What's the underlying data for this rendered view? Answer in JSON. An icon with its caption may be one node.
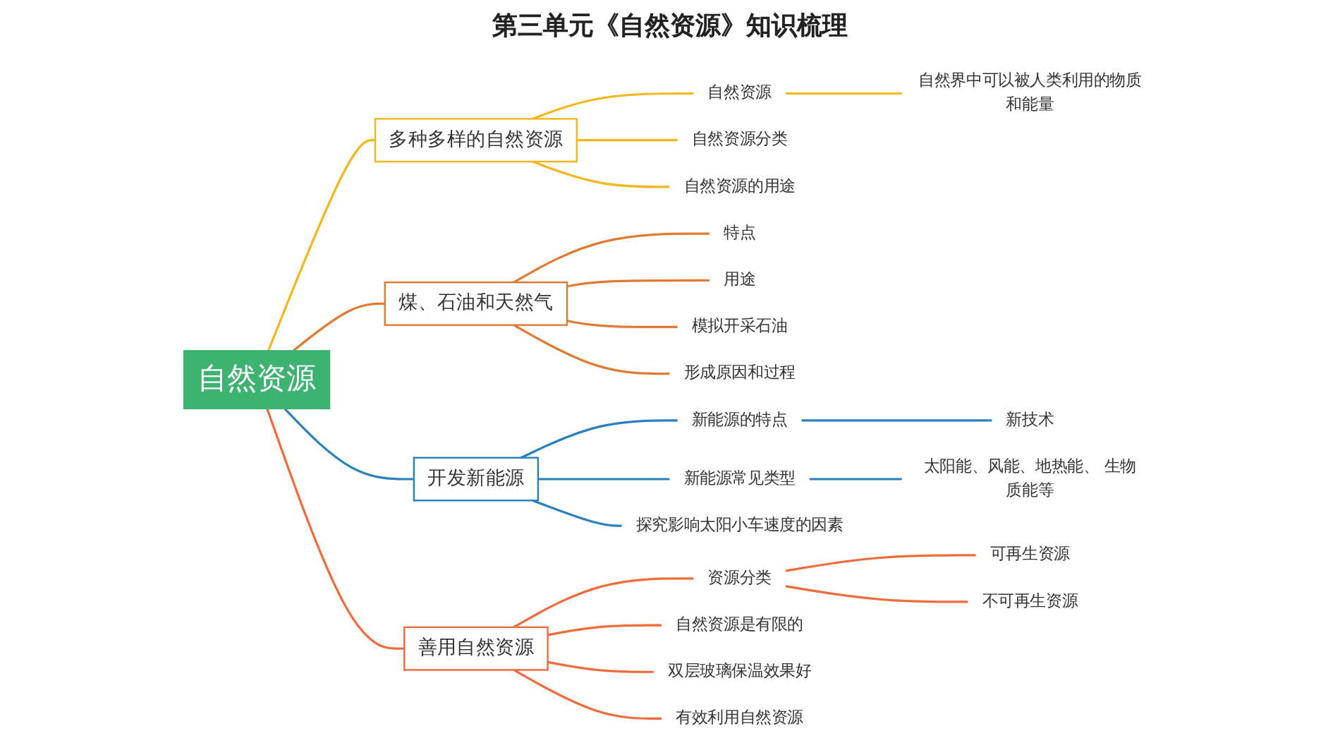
{
  "diagram": {
    "title": "第三单元《自然资源》知识梳理",
    "nodes": [
      {
        "text": [
          "自然资源"
        ]
      },
      {
        "text": [
          "多种多样的自然资源"
        ]
      },
      {
        "text": [
          "自然资源"
        ]
      },
      {
        "text": [
          "自然界中可以被人类利用的物质和能量"
        ]
      },
      {
        "text": [
          "自然资源分类"
        ]
      },
      {
        "text": [
          "自然资源的用途"
        ]
      },
      {
        "text": [
          "煤、石油和天然气"
        ]
      },
      {
        "text": [
          "特点"
        ]
      },
      {
        "text": [
          "用途"
        ]
      },
      {
        "text": [
          "模拟开采石油"
        ]
      },
      {
        "text": [
          "形成原因和过程"
        ]
      },
      {
        "text": [
          "开发新能源"
        ]
      },
      {
        "text": [
          "新能源的特点"
        ]
      },
      {
        "text": [
          "新技术"
        ]
      },
      {
        "text": [
          "新能源常见类型"
        ]
      },
      {
        "text": [
          "太阳能、风能、地热能、 生物质能等"
        ]
      },
      {
        "text": [
          "探究影响太阳小车速度的因素"
        ]
      },
      {
        "text": [
          "善用自然资源"
        ]
      },
      {
        "text": [
          "资源分类"
        ]
      },
      {
        "text": [
          "可再生资源"
        ]
      },
      {
        "text": [
          "不可再生资源"
        ]
      },
      {
        "text": [
          "自然资源是有限的"
        ]
      },
      {
        "text": [
          "双层玻璃保温效果好"
        ]
      },
      {
        "text": [
          "有效利用自然资源"
        ]
      }
    ],
    "edges": [
      {
        "from": 0,
        "to": 1,
        "arrow": "none",
        "color": "#f5b51b"
      },
      {
        "from": 1,
        "to": 2,
        "arrow": "none",
        "color": "#f5b51b"
      },
      {
        "from": 2,
        "to": 3,
        "arrow": "none",
        "color": "#f5b51b"
      },
      {
        "from": 1,
        "to": 4,
        "arrow": "none",
        "color": "#f5b51b"
      },
      {
        "from": 1,
        "to": 5,
        "arrow": "none",
        "color": "#f5b51b"
      },
      {
        "from": 0,
        "to": 6,
        "arrow": "none",
        "color": "#e07a30"
      },
      {
        "from": 6,
        "to": 7,
        "arrow": "none",
        "color": "#e07a30"
      },
      {
        "from": 6,
        "to": 8,
        "arrow": "none",
        "color": "#e07a30"
      },
      {
        "from": 6,
        "to": 9,
        "arrow": "none",
        "color": "#e07a30"
      },
      {
        "from": 6,
        "to": 10,
        "arrow": "none",
        "color": "#e07a30"
      },
      {
        "from": 0,
        "to": 11,
        "arrow": "none",
        "color": "#2a7fc0"
      },
      {
        "from": 11,
        "to": 12,
        "arrow": "none",
        "color": "#2a7fc0"
      },
      {
        "from": 12,
        "to": 13,
        "arrow": "none",
        "color": "#2a7fc0"
      },
      {
        "from": 11,
        "to": 14,
        "arrow": "none",
        "color": "#2a7fc0"
      },
      {
        "from": 14,
        "to": 15,
        "arrow": "none",
        "color": "#2a7fc0"
      },
      {
        "from": 11,
        "to": 16,
        "arrow": "none",
        "color": "#2a7fc0"
      },
      {
        "from": 0,
        "to": 17,
        "arrow": "none",
        "color": "#f06a3a"
      },
      {
        "from": 17,
        "to": 18,
        "arrow": "none",
        "color": "#f06a3a"
      },
      {
        "from": 18,
        "to": 19,
        "arrow": "none",
        "color": "#f06a3a"
      },
      {
        "from": 18,
        "to": 20,
        "arrow": "none",
        "color": "#f06a3a"
      },
      {
        "from": 17,
        "to": 21,
        "arrow": "none",
        "color": "#f06a3a"
      },
      {
        "from": 17,
        "to": 22,
        "arrow": "none",
        "color": "#f06a3a"
      },
      {
        "from": 17,
        "to": 23,
        "arrow": "none",
        "color": "#f06a3a"
      }
    ]
  }
}
